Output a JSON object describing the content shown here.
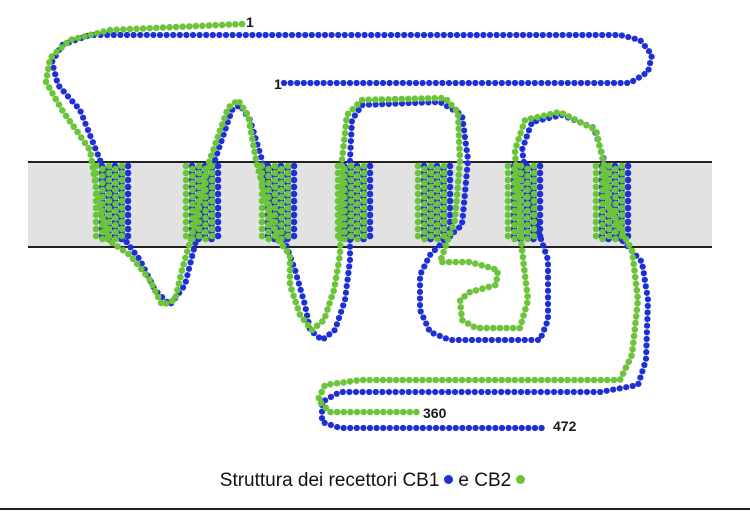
{
  "labels": {
    "cb2_start": "1",
    "cb1_start": "1",
    "cb2_end": "360",
    "cb1_end": "472"
  },
  "caption": {
    "text_before": "Struttura dei recettori CB1",
    "text_middle": "e CB2"
  },
  "colors": {
    "cb1": "#1f2fd8",
    "cb2": "#6cc43a",
    "membrane": "#e2e2e2",
    "membrane_border": "#222222"
  }
}
